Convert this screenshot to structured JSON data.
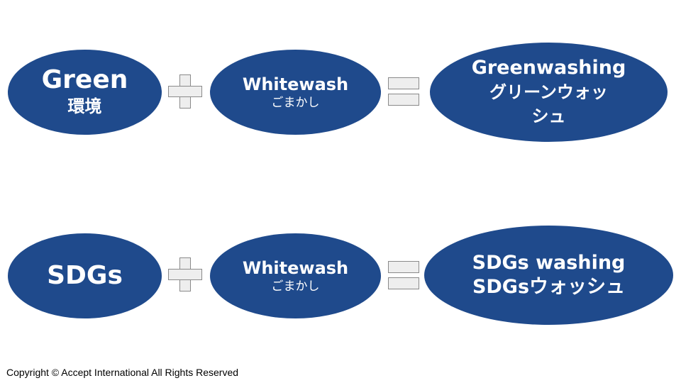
{
  "row1": {
    "left": {
      "line1": "Green",
      "line2": "環境"
    },
    "middle": {
      "line1": "Whitewash",
      "line2": "ごまかし"
    },
    "result": {
      "line1": "Greenwashing",
      "line2": "グリーンウォッ",
      "line3": "シュ"
    }
  },
  "row2": {
    "left": {
      "line1": "SDGs"
    },
    "middle": {
      "line1": "Whitewash",
      "line2": "ごまかし"
    },
    "result": {
      "line1": "SDGs washing",
      "line2": "SDGsウォッシュ"
    }
  },
  "footer": {
    "copyright": "Copyright © Accept International All Rights Reserved"
  },
  "colors": {
    "ellipse": "#1f4a8c",
    "operator_fill": "#eeeeee",
    "operator_stroke": "#8a8a8a"
  }
}
